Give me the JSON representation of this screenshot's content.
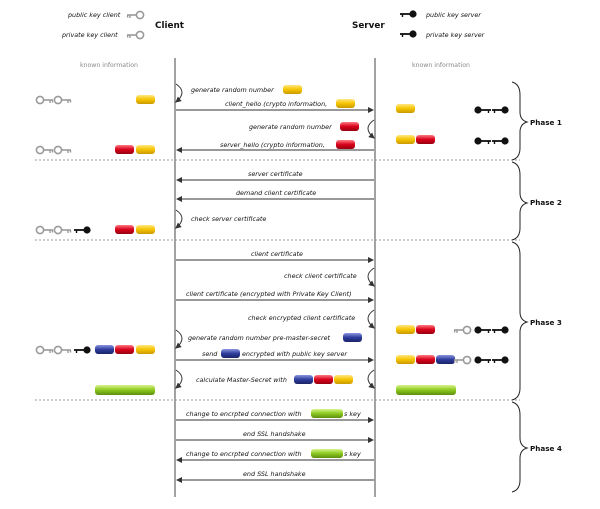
{
  "legend": {
    "public_key_client": "public key client",
    "private_key_client": "private key client",
    "public_key_server": "public key server",
    "private_key_server": "private key server"
  },
  "headers": {
    "client": "Client",
    "server": "Server",
    "known_left": "known information",
    "known_right": "known information"
  },
  "phases": [
    "Phase 1",
    "Phase 2",
    "Phase 3",
    "Phase 4"
  ],
  "messages": [
    {
      "id": "m1",
      "text": "generate random number",
      "dir": "self-client"
    },
    {
      "id": "m2",
      "text": "client_hello (crypto information,",
      "dir": "to-server"
    },
    {
      "id": "m3",
      "text": "generate random number",
      "dir": "self-server"
    },
    {
      "id": "m4",
      "text": "server_hello (crypto information,",
      "dir": "to-client"
    },
    {
      "id": "m5",
      "text": "server certificate",
      "dir": "to-client"
    },
    {
      "id": "m6",
      "text": "demand client certificate",
      "dir": "to-client"
    },
    {
      "id": "m7",
      "text": "check server certificate",
      "dir": "self-client"
    },
    {
      "id": "m8",
      "text": "client certificate",
      "dir": "to-server"
    },
    {
      "id": "m9",
      "text": "check client certificate",
      "dir": "self-server"
    },
    {
      "id": "m10",
      "text": "client certificate (encrypted with Private Key Client)",
      "dir": "to-server"
    },
    {
      "id": "m11",
      "text": "check encrypted client certificate",
      "dir": "self-server"
    },
    {
      "id": "m12",
      "text": "generate random number pre-master-secret",
      "dir": "self-client"
    },
    {
      "id": "m13a",
      "text": "send",
      "dir": "to-server"
    },
    {
      "id": "m13b",
      "text": "encrypted with public key server",
      "dir": "to-server"
    },
    {
      "id": "m14",
      "text": "calculate Master-Secret with",
      "dir": "self-both"
    },
    {
      "id": "m15a",
      "text": "change to encrpted connection with",
      "dir": "to-server"
    },
    {
      "id": "m15b",
      "text": "s key",
      "dir": "to-server"
    },
    {
      "id": "m16",
      "text": "end SSL handshake",
      "dir": "to-server"
    },
    {
      "id": "m17a",
      "text": "change to encrpted connection with",
      "dir": "to-client"
    },
    {
      "id": "m17b",
      "text": "s key",
      "dir": "to-client"
    },
    {
      "id": "m18",
      "text": "end SSL handshake",
      "dir": "to-client"
    }
  ],
  "colors": {
    "yellow": "#f5c400",
    "red": "#d8001a",
    "blue": "#2e3c9c",
    "green": "#8cc820",
    "lifeline": "#444444",
    "divider": "#999999",
    "key_gray": "#9a9a9a",
    "key_black": "#111111"
  }
}
